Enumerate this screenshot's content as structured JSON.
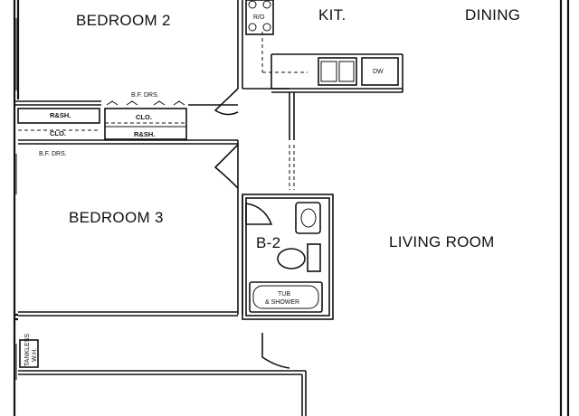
{
  "rooms": {
    "bedroom2": "BEDROOM 2",
    "bedroom3": "BEDROOM 3",
    "kitchen": "KIT.",
    "dining": "DINING",
    "living": "LIVING ROOM",
    "bath": "B-2"
  },
  "fixtures": {
    "range": "R/O",
    "dishwasher": "DW",
    "tub_line1": "TUB",
    "tub_line2": "& SHOWER",
    "water_heater_line1": "TANKLESS",
    "water_heater_line2": "W.H."
  },
  "closets": {
    "upper_shelf_left": "R&SH.",
    "upper_closet_left": "CLO.",
    "upper_doors_left": "B.F. DRS.",
    "upper_doors_right": "B.F. DRS.",
    "upper_closet_right": "CLO.",
    "upper_shelf_right": "R&SH."
  }
}
